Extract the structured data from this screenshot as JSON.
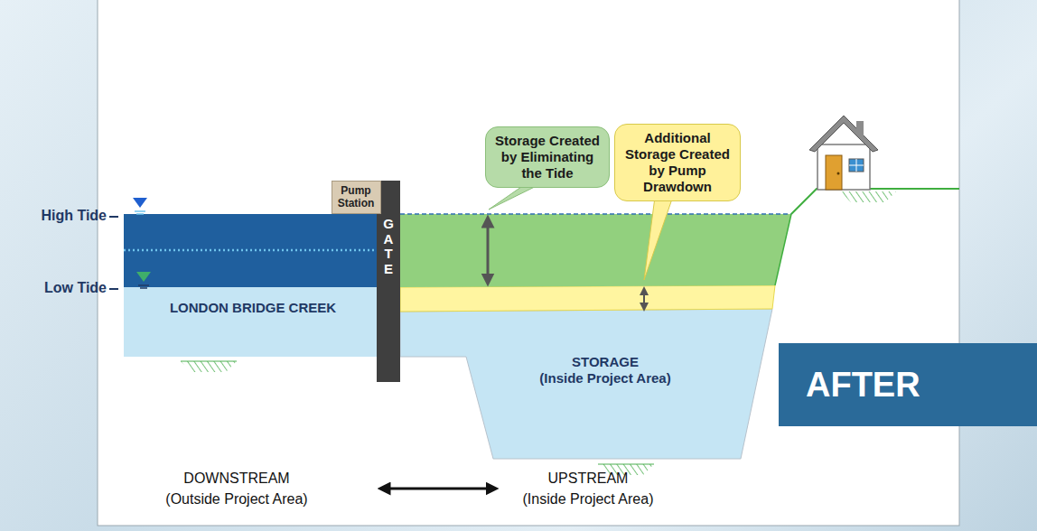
{
  "diagram": {
    "nodes": [
      {
        "text": [
          "Storage Created by Eliminating the Tide"
        ]
      },
      {
        "text": [
          "Additional Storage Created by Pump Drawdown"
        ]
      },
      {
        "text": [
          "Pump Station"
        ]
      },
      {
        "text": [
          "GATE"
        ]
      },
      {
        "text": [
          "LONDON BRIDGE CREEK"
        ]
      },
      {
        "text": [
          "STORAGE",
          "(Inside Project Area)"
        ]
      },
      {
        "text": [
          "AFTER"
        ]
      }
    ],
    "labels": [
      "High Tide",
      "Low Tide",
      "DOWNSTREAM",
      "(Outside Project Area)",
      "UPSTREAM",
      "(Inside Project Area)"
    ]
  }
}
